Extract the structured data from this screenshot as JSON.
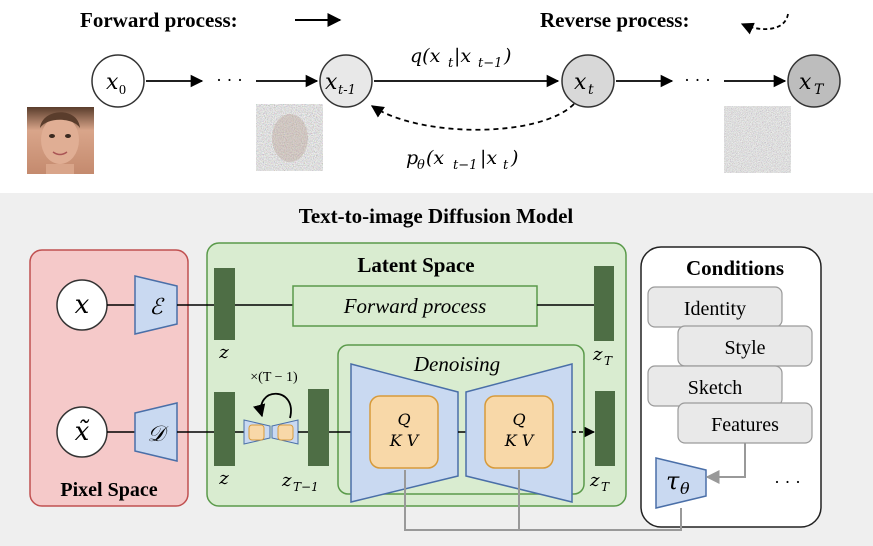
{
  "top": {
    "forward_label": "Forward process:",
    "reverse_label": "Reverse process:",
    "nodes": [
      "x₀",
      "xₜ₋₁",
      "xₜ",
      "xₜ"
    ],
    "node_main": [
      "x",
      "x",
      "x",
      "x"
    ],
    "node_sub": [
      "0",
      "t-1",
      "t",
      "T"
    ],
    "dots": "· · ·",
    "q_main": "q(x",
    "q_sub1": "t",
    "q_mid": "|x",
    "q_sub2": "t−1",
    "q_close": ")",
    "p_main": "p",
    "p_theta": "θ",
    "p_mid": "(x",
    "p_sub1": "t−1",
    "p_bar": "|x",
    "p_sub2": "t",
    "p_close": ")"
  },
  "panel": {
    "title": "Text-to-image Diffusion Model",
    "pixel_space": "Pixel Space",
    "latent_space": "Latent Space",
    "conditions": "Conditions",
    "forward_process": "Forward process",
    "denoising": "Denoising",
    "x": "x",
    "x_tilde": "x̃",
    "encoder": "ℰ",
    "decoder": "𝒟",
    "z": "z",
    "z_T": "z",
    "z_T_sub": "T",
    "z_T1_sub": "T−1",
    "times": "×(T − 1)",
    "q": "Q",
    "kv": "K V",
    "tau": "τ",
    "tau_sub": "θ",
    "ellipsis": "· · ·",
    "conditions_items": [
      "Identity",
      "Style",
      "Sketch",
      "Features"
    ]
  },
  "colors": {
    "pixel_bg": "#f5c9c9",
    "latent_bg": "#d9ecd0",
    "encoder": "#c9d9f1",
    "latent_bar": "#4e6e45",
    "qkv": "#f8d8a8",
    "panel_bg": "#efefef"
  }
}
